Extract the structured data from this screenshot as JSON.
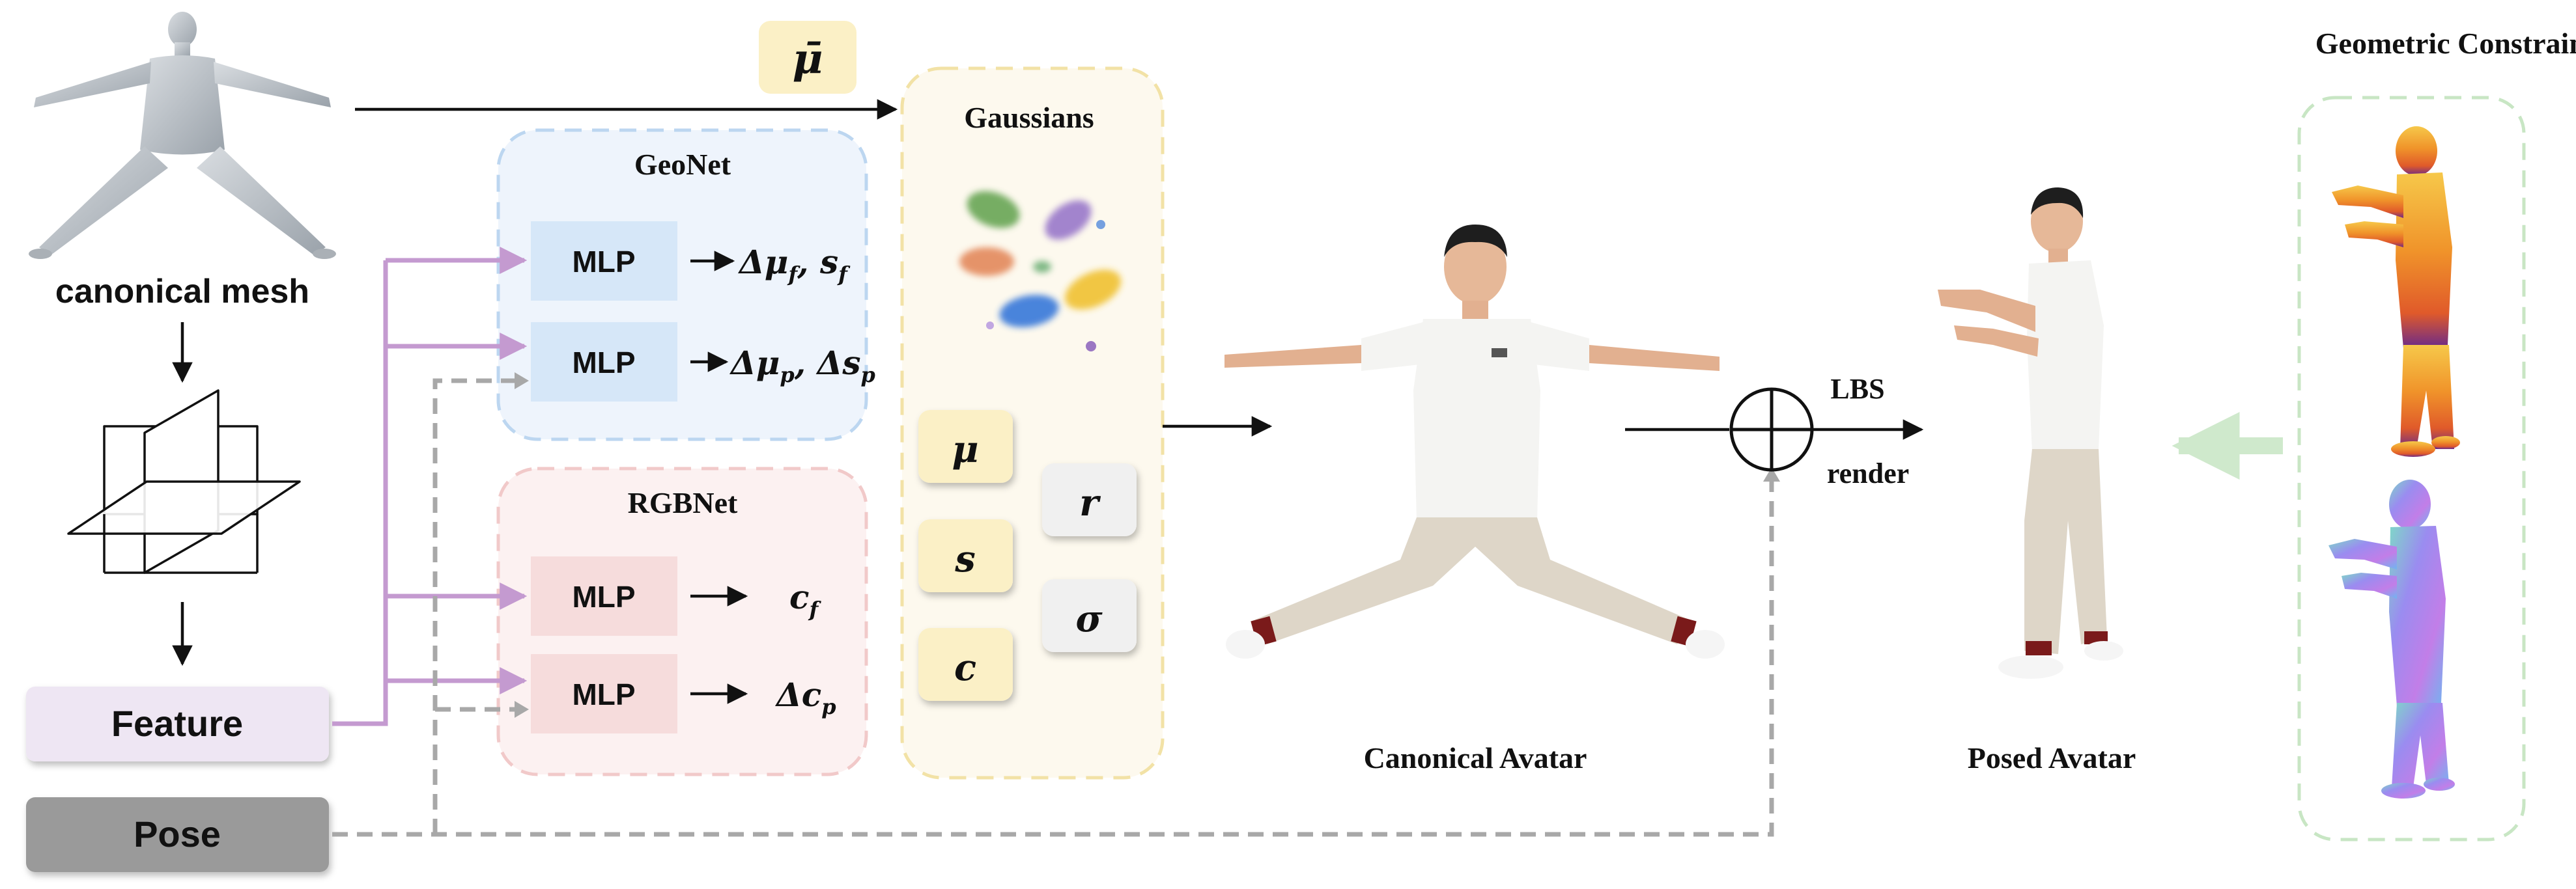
{
  "canonical_mesh": {
    "label": "canonical mesh"
  },
  "feature": {
    "label": "Feature"
  },
  "pose": {
    "label": "Pose"
  },
  "mu_bar": {
    "label": "μ̄"
  },
  "geonet": {
    "title": "GeoNet",
    "mlp_top": {
      "label": "MLP",
      "output": "Δμf, sf"
    },
    "mlp_bottom": {
      "label": "MLP",
      "output": "Δμp, Δsp"
    }
  },
  "rgbnet": {
    "title": "RGBNet",
    "mlp_top": {
      "label": "MLP",
      "output": "cf"
    },
    "mlp_bottom": {
      "label": "MLP",
      "output": "Δcp"
    }
  },
  "gaussians": {
    "title": "Gaussians",
    "params": [
      "μ",
      "s",
      "c",
      "r",
      "σ"
    ]
  },
  "combine": {
    "top": "LBS",
    "bottom": "render"
  },
  "canonical_avatar": {
    "label": "Canonical Avatar"
  },
  "posed_avatar": {
    "label": "Posed Avatar"
  },
  "geometric_constraint": {
    "label": "Geometric Constraint"
  },
  "colors": {
    "geonet_bg": "#eef4fc",
    "geonet_border": "#bcd6f0",
    "geonet_mlp": "#d6e7f8",
    "rgbnet_bg": "#fcf1f1",
    "rgbnet_border": "#f1c9c9",
    "rgbnet_mlp": "#f6dcdc",
    "gauss_bg": "#fdf9ee",
    "gauss_border": "#f2e2a6",
    "gauss_param_yellow": "#fbf0c6",
    "gauss_param_grey": "#f0f0f0",
    "feature_bg": "#eee6f3",
    "pose_bg": "#9a9a9a",
    "purple_arrow": "#c49ad0",
    "grey_dash": "#a8a8a8",
    "constraint_border": "#c8e6c4"
  }
}
